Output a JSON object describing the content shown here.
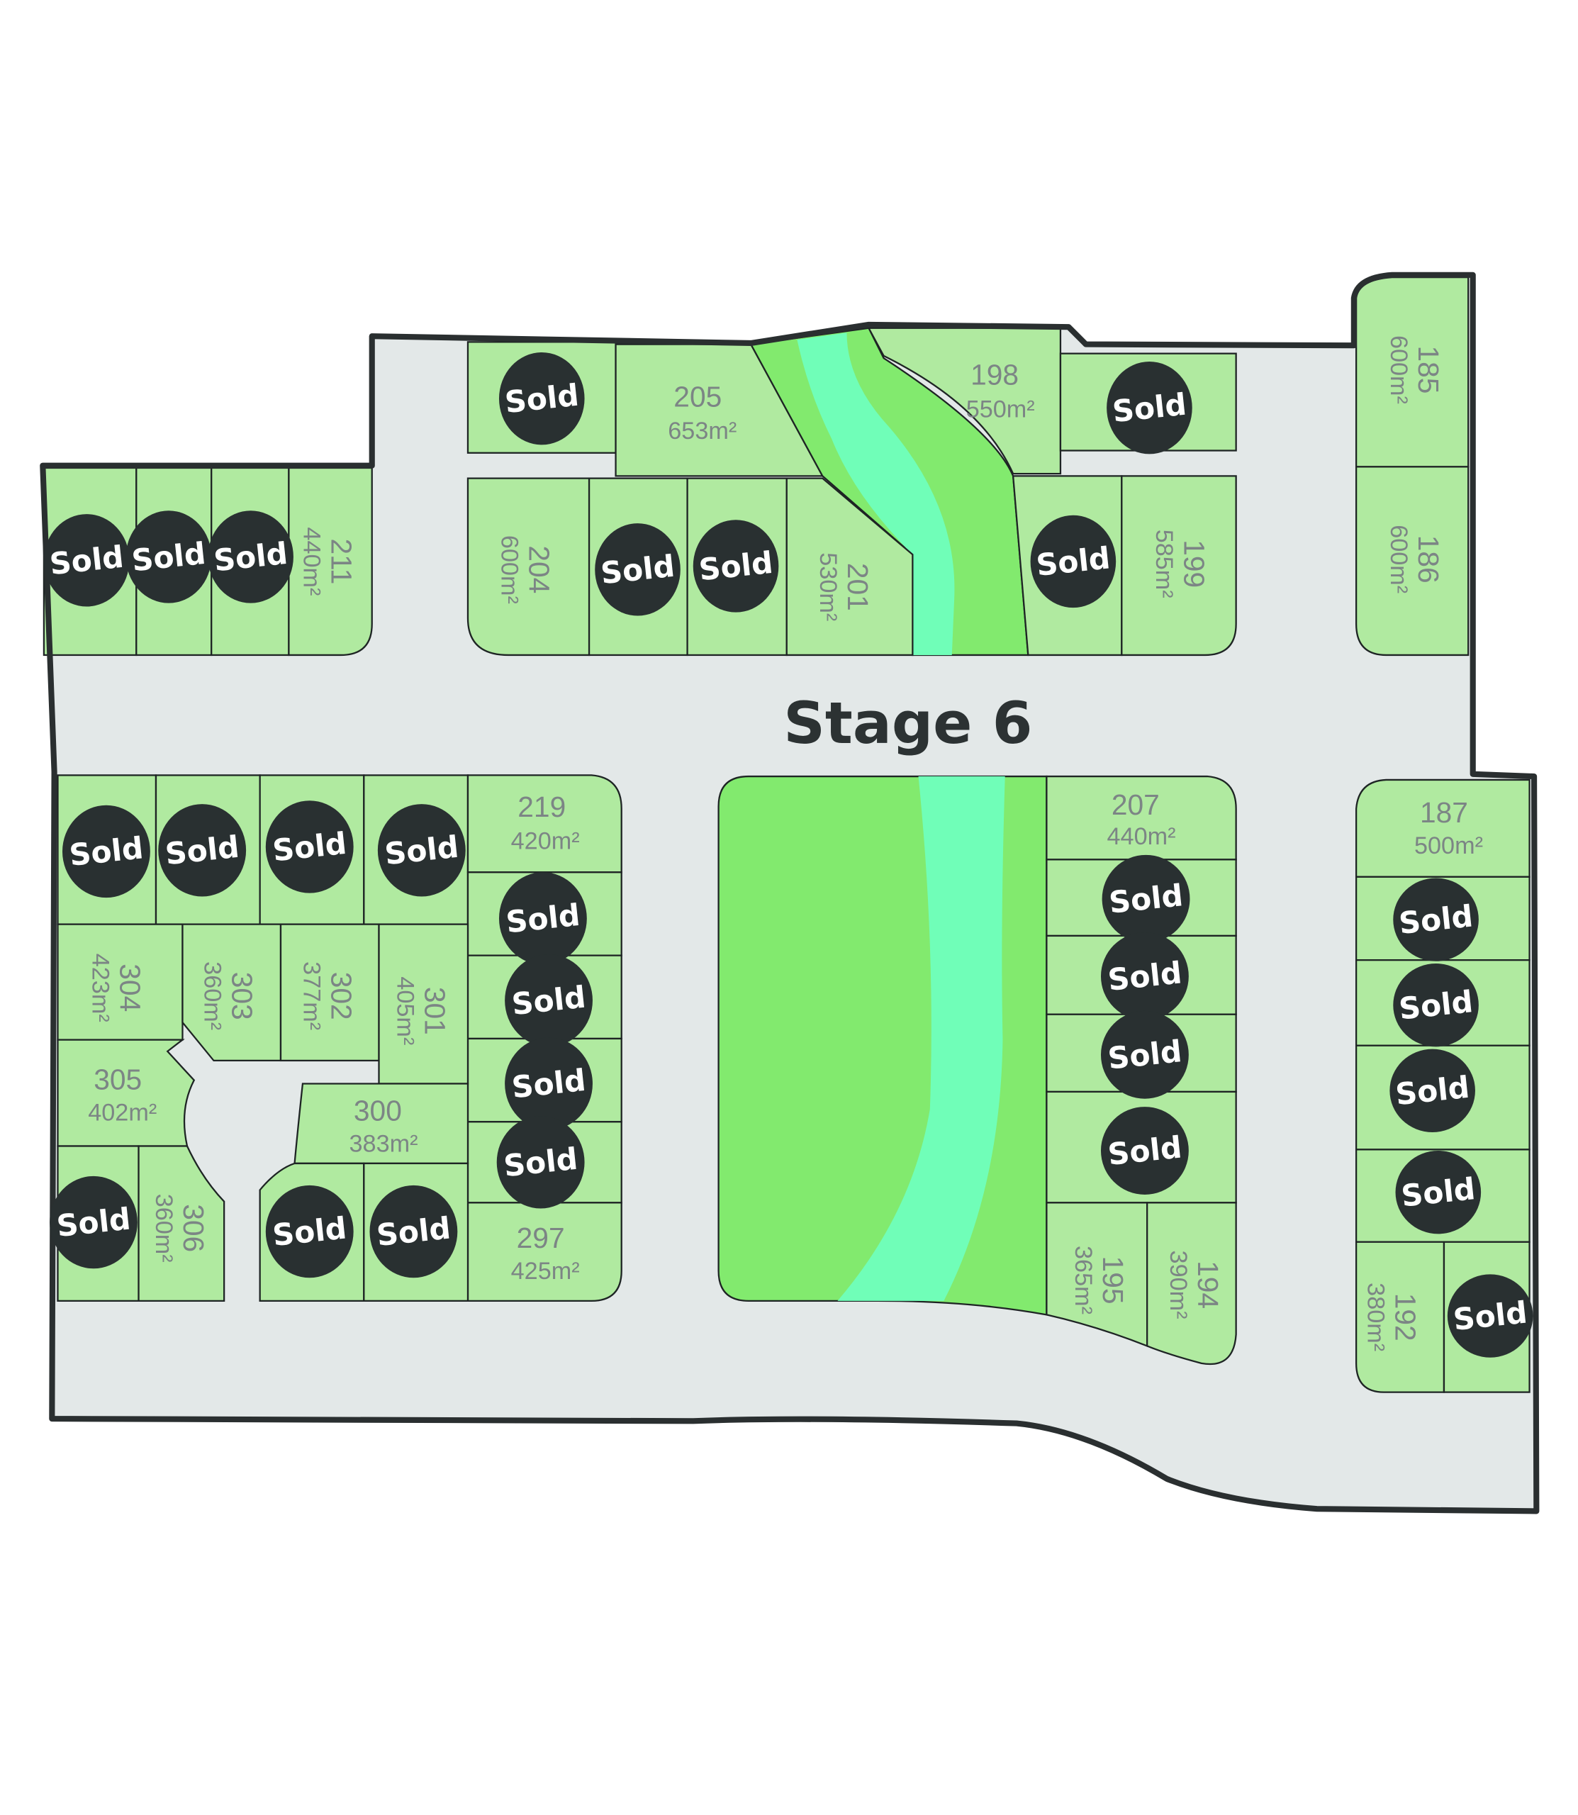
{
  "title": "Stage 6",
  "colors": {
    "lot_fill": "#b0eaa0",
    "park_fill": "#82ea6e",
    "creek_fill": "#70feb8",
    "road_fill": "#e3e8e8",
    "boundary": "#2a2f30",
    "sold_badge": "#293031",
    "label_text": "#7c8585"
  },
  "sold_label": "Sold",
  "lots": {
    "l185": {
      "number": "185",
      "area": "600m²",
      "status": "available"
    },
    "l186": {
      "number": "186",
      "area": "600m²",
      "status": "available"
    },
    "l187": {
      "number": "187",
      "area": "500m²",
      "status": "available"
    },
    "l192": {
      "number": "192",
      "area": "380m²",
      "status": "available"
    },
    "l194": {
      "number": "194",
      "area": "390m²",
      "status": "available"
    },
    "l195": {
      "number": "195",
      "area": "365m²",
      "status": "available"
    },
    "l198": {
      "number": "198",
      "area": "550m²",
      "status": "available"
    },
    "l199": {
      "number": "199",
      "area": "585m²",
      "status": "available"
    },
    "l201": {
      "number": "201",
      "area": "530m²",
      "status": "available"
    },
    "l204": {
      "number": "204",
      "area": "600m²",
      "status": "available"
    },
    "l205": {
      "number": "205",
      "area": "653m²",
      "status": "available"
    },
    "l207": {
      "number": "207",
      "area": "440m²",
      "status": "available"
    },
    "l211": {
      "number": "211",
      "area": "440m²",
      "status": "available"
    },
    "l219": {
      "number": "219",
      "area": "420m²",
      "status": "available"
    },
    "l297": {
      "number": "297",
      "area": "425m²",
      "status": "available"
    },
    "l300": {
      "number": "300",
      "area": "383m²",
      "status": "available"
    },
    "l301": {
      "number": "301",
      "area": "405m²",
      "status": "available"
    },
    "l302": {
      "number": "302",
      "area": "377m²",
      "status": "available"
    },
    "l303": {
      "number": "303",
      "area": "360m²",
      "status": "available"
    },
    "l304": {
      "number": "304",
      "area": "423m²",
      "status": "available"
    },
    "l305": {
      "number": "305",
      "area": "402m²",
      "status": "available"
    },
    "l306": {
      "number": "306",
      "area": "360m²",
      "status": "available"
    }
  },
  "sold_count": 30
}
